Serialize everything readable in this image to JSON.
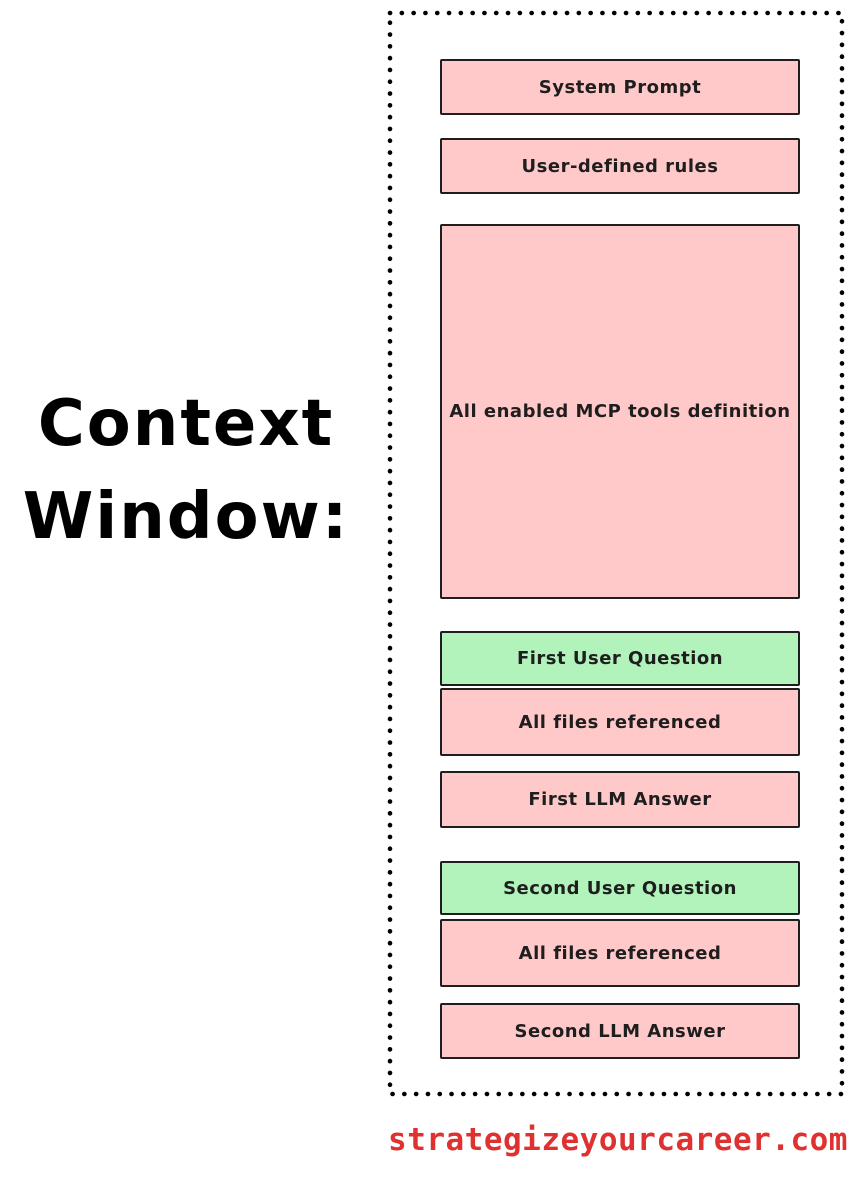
{
  "title": {
    "line1": "Context",
    "line2": "Window:"
  },
  "context_window": {
    "boxes": [
      {
        "label": "System Prompt",
        "color": "pink"
      },
      {
        "label": "User-defined rules",
        "color": "pink"
      },
      {
        "label": "All enabled MCP tools definition",
        "color": "pink"
      },
      {
        "label": "First User Question",
        "color": "green"
      },
      {
        "label": "All files referenced",
        "color": "pink"
      },
      {
        "label": "First LLM Answer",
        "color": "pink"
      },
      {
        "label": "Second User Question",
        "color": "green"
      },
      {
        "label": "All files referenced",
        "color": "pink"
      },
      {
        "label": "Second LLM Answer",
        "color": "pink"
      }
    ]
  },
  "footer": {
    "text": "strategizeyourcareer.com"
  },
  "colors": {
    "box_pink": "#ffc9c9",
    "box_green": "#b2f2bb",
    "stroke": "#1e1e1e",
    "dot_black": "#000000",
    "title_black": "#000000",
    "footer_red": "#e03131"
  }
}
